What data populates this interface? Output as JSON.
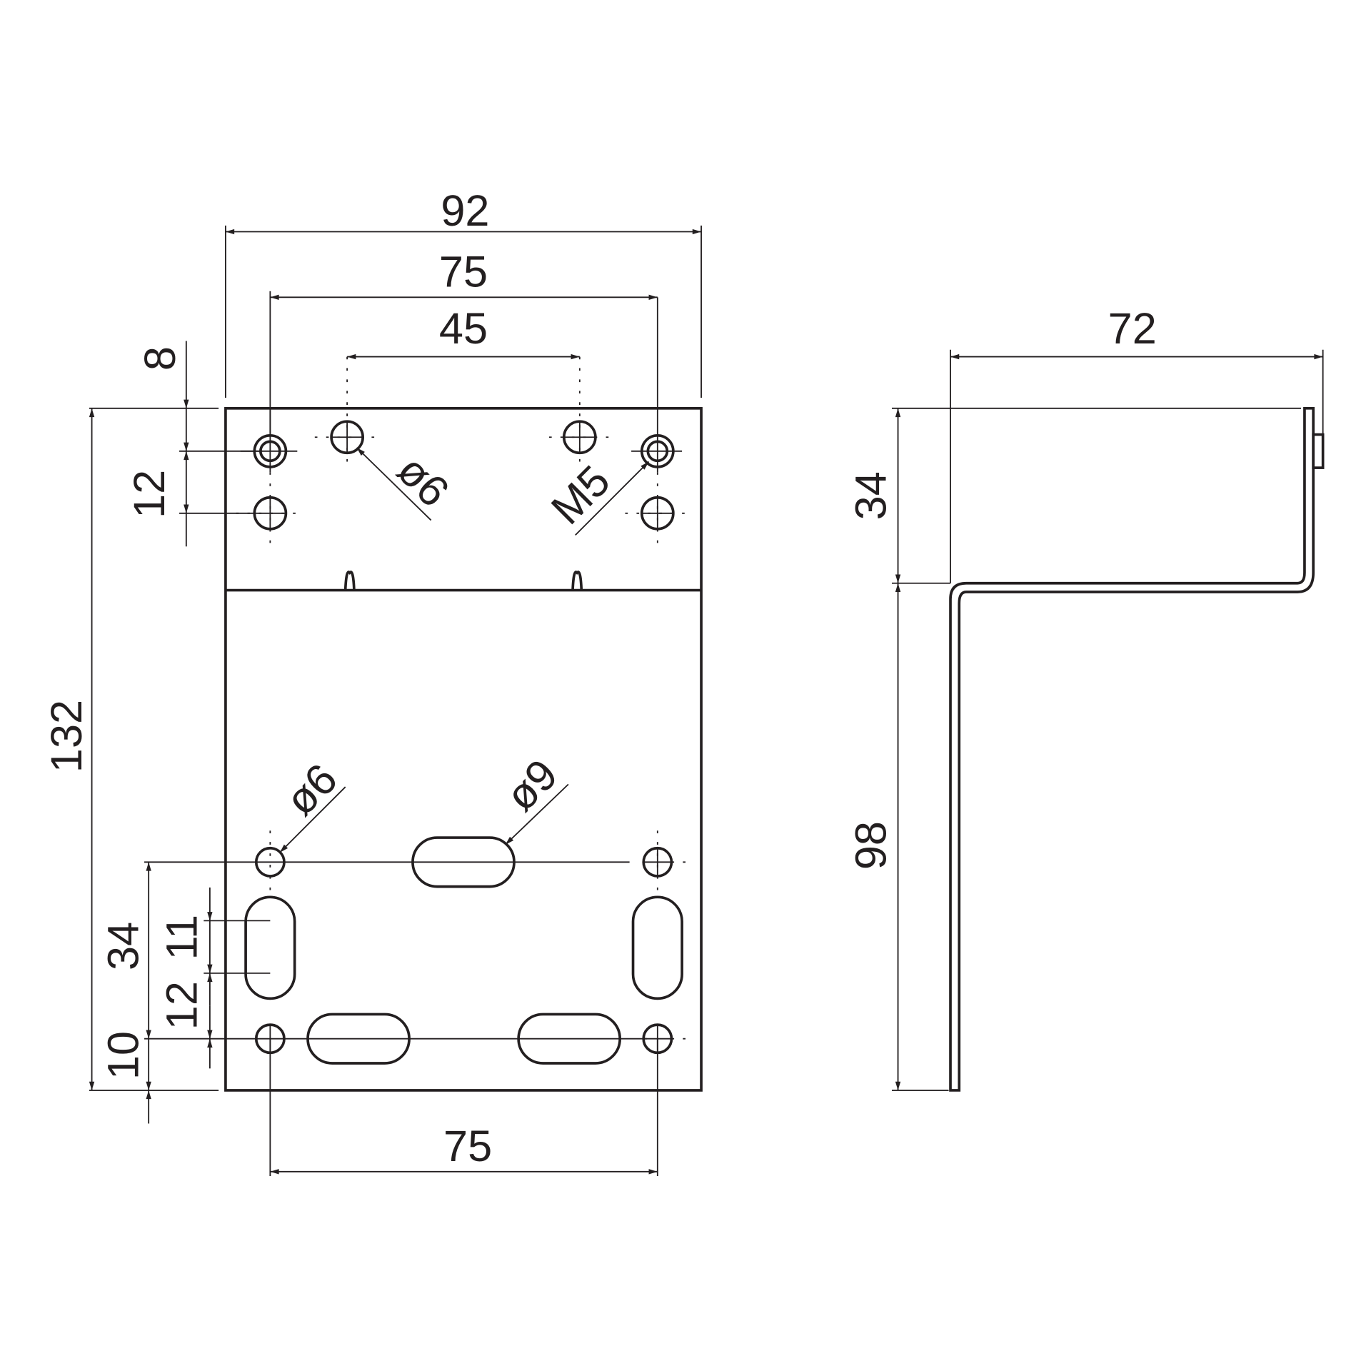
{
  "drawing": {
    "front_view": {
      "dim_overall_width": "92",
      "dim_top_hole_spacing": "75",
      "dim_inner_hole_spacing": "45",
      "dim_top_offset": "8",
      "dim_hole_row_spacing": "12",
      "dim_overall_height": "132",
      "label_hole_top": "ø6",
      "label_thread": "M5",
      "label_hole_bottom": "ø6",
      "label_slot": "ø9",
      "dim_bottom_34": "34",
      "dim_slot_11": "11",
      "dim_slot_12": "12",
      "dim_bottom_10": "10",
      "dim_bottom_hole_spacing": "75"
    },
    "side_view": {
      "dim_depth": "72",
      "dim_upper_height": "34",
      "dim_lower_height": "98"
    }
  }
}
